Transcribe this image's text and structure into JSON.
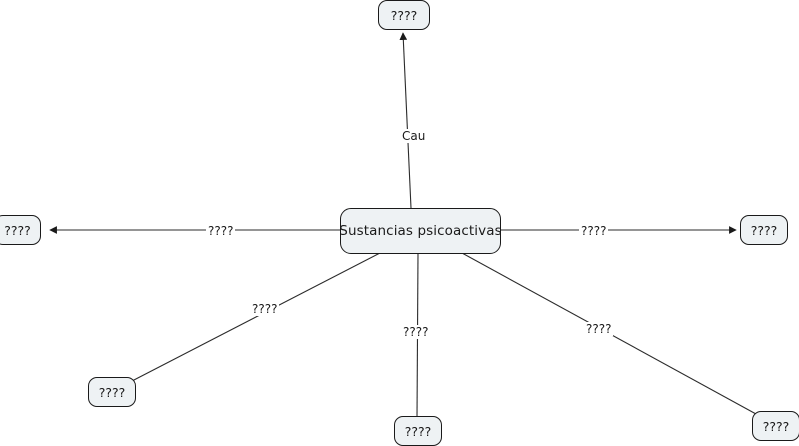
{
  "diagram": {
    "type": "concept-map",
    "title": "Sustancias psicoactivas",
    "background_color": "#ffffff",
    "node_fill_color": "#eef2f4",
    "node_border_color": "#1a1a1a",
    "edge_color": "#2b2b2b",
    "text_color": "#1a1a1a"
  },
  "center_node": {
    "label": "Sustancias psicoactivas"
  },
  "nodes": [
    {
      "id": "top",
      "label": "????"
    },
    {
      "id": "left",
      "label": "????"
    },
    {
      "id": "right",
      "label": "????"
    },
    {
      "id": "bottom-left",
      "label": "????"
    },
    {
      "id": "bottom-center",
      "label": "????"
    },
    {
      "id": "bottom-right",
      "label": "????"
    }
  ],
  "edges": [
    {
      "id": "edge-top",
      "label": "Cau",
      "arrow": true,
      "target": "top"
    },
    {
      "id": "edge-left",
      "label": "????",
      "arrow": true,
      "target": "left"
    },
    {
      "id": "edge-right",
      "label": "????",
      "arrow": true,
      "target": "right"
    },
    {
      "id": "edge-bottom-left",
      "label": "????",
      "arrow": false,
      "target": "bottom-left"
    },
    {
      "id": "edge-bottom-center",
      "label": "????",
      "arrow": false,
      "target": "bottom-center"
    },
    {
      "id": "edge-bottom-right",
      "label": "????",
      "arrow": false,
      "target": "bottom-right"
    }
  ]
}
